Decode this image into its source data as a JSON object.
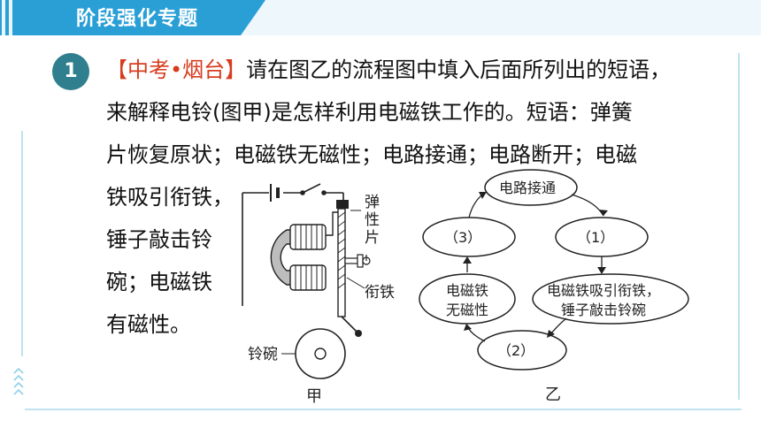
{
  "header": {
    "title": "阶段强化专题"
  },
  "question": {
    "number": "1",
    "source_tag": "【中考•烟台】",
    "lines": [
      "请在图乙的流程图中填入后面所列出的短语，",
      "来解释电铃(图甲)是怎样利用电磁铁工作的。短语：弹簧",
      "片恢复原状；电磁铁无磁性；电路接通；电路断开；电磁",
      "铁吸引衔铁，",
      "锤子敲击铃",
      "碗；电磁铁",
      "有磁性。"
    ]
  },
  "figure_a": {
    "label_spring": [
      "弹",
      "性",
      "片"
    ],
    "label_armature": "衔铁",
    "label_bowl": "铃碗",
    "caption": "甲"
  },
  "figure_b": {
    "node_top": "电路接通",
    "node_1": "（1）",
    "node_3": "（3）",
    "node_attract": [
      "电磁铁吸引衔铁，",
      "锤子敲击铃碗"
    ],
    "node_nomag": [
      "电磁铁",
      "无磁性"
    ],
    "node_2": "（2）",
    "caption": "乙"
  },
  "colors": {
    "header": "#2a9fd6",
    "accent": "#d73c1e",
    "badge": "#2f7f8f"
  }
}
